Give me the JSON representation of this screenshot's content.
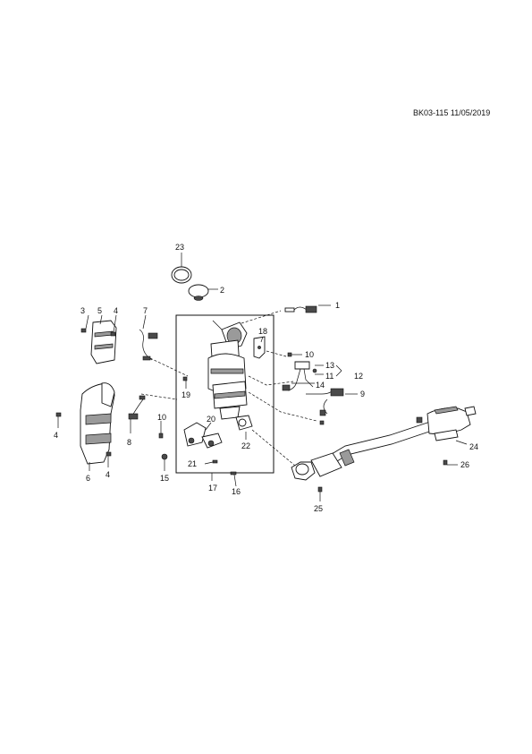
{
  "document": {
    "reference": "BK03-115 11/05/2019"
  },
  "callouts": {
    "c1": "1",
    "c2": "2",
    "c3": "3",
    "c4a": "4",
    "c4b": "4",
    "c4c": "4",
    "c5": "5",
    "c6": "6",
    "c7": "7",
    "c8": "8",
    "c9": "9",
    "c10a": "10",
    "c10b": "10",
    "c11": "11",
    "c12": "12",
    "c13": "13",
    "c14": "14",
    "c15": "15",
    "c16": "16",
    "c17": "17",
    "c18": "18",
    "c19": "19",
    "c20": "20",
    "c21": "21",
    "c22": "22",
    "c23": "23",
    "c24": "24",
    "c25": "25",
    "c26": "26"
  }
}
